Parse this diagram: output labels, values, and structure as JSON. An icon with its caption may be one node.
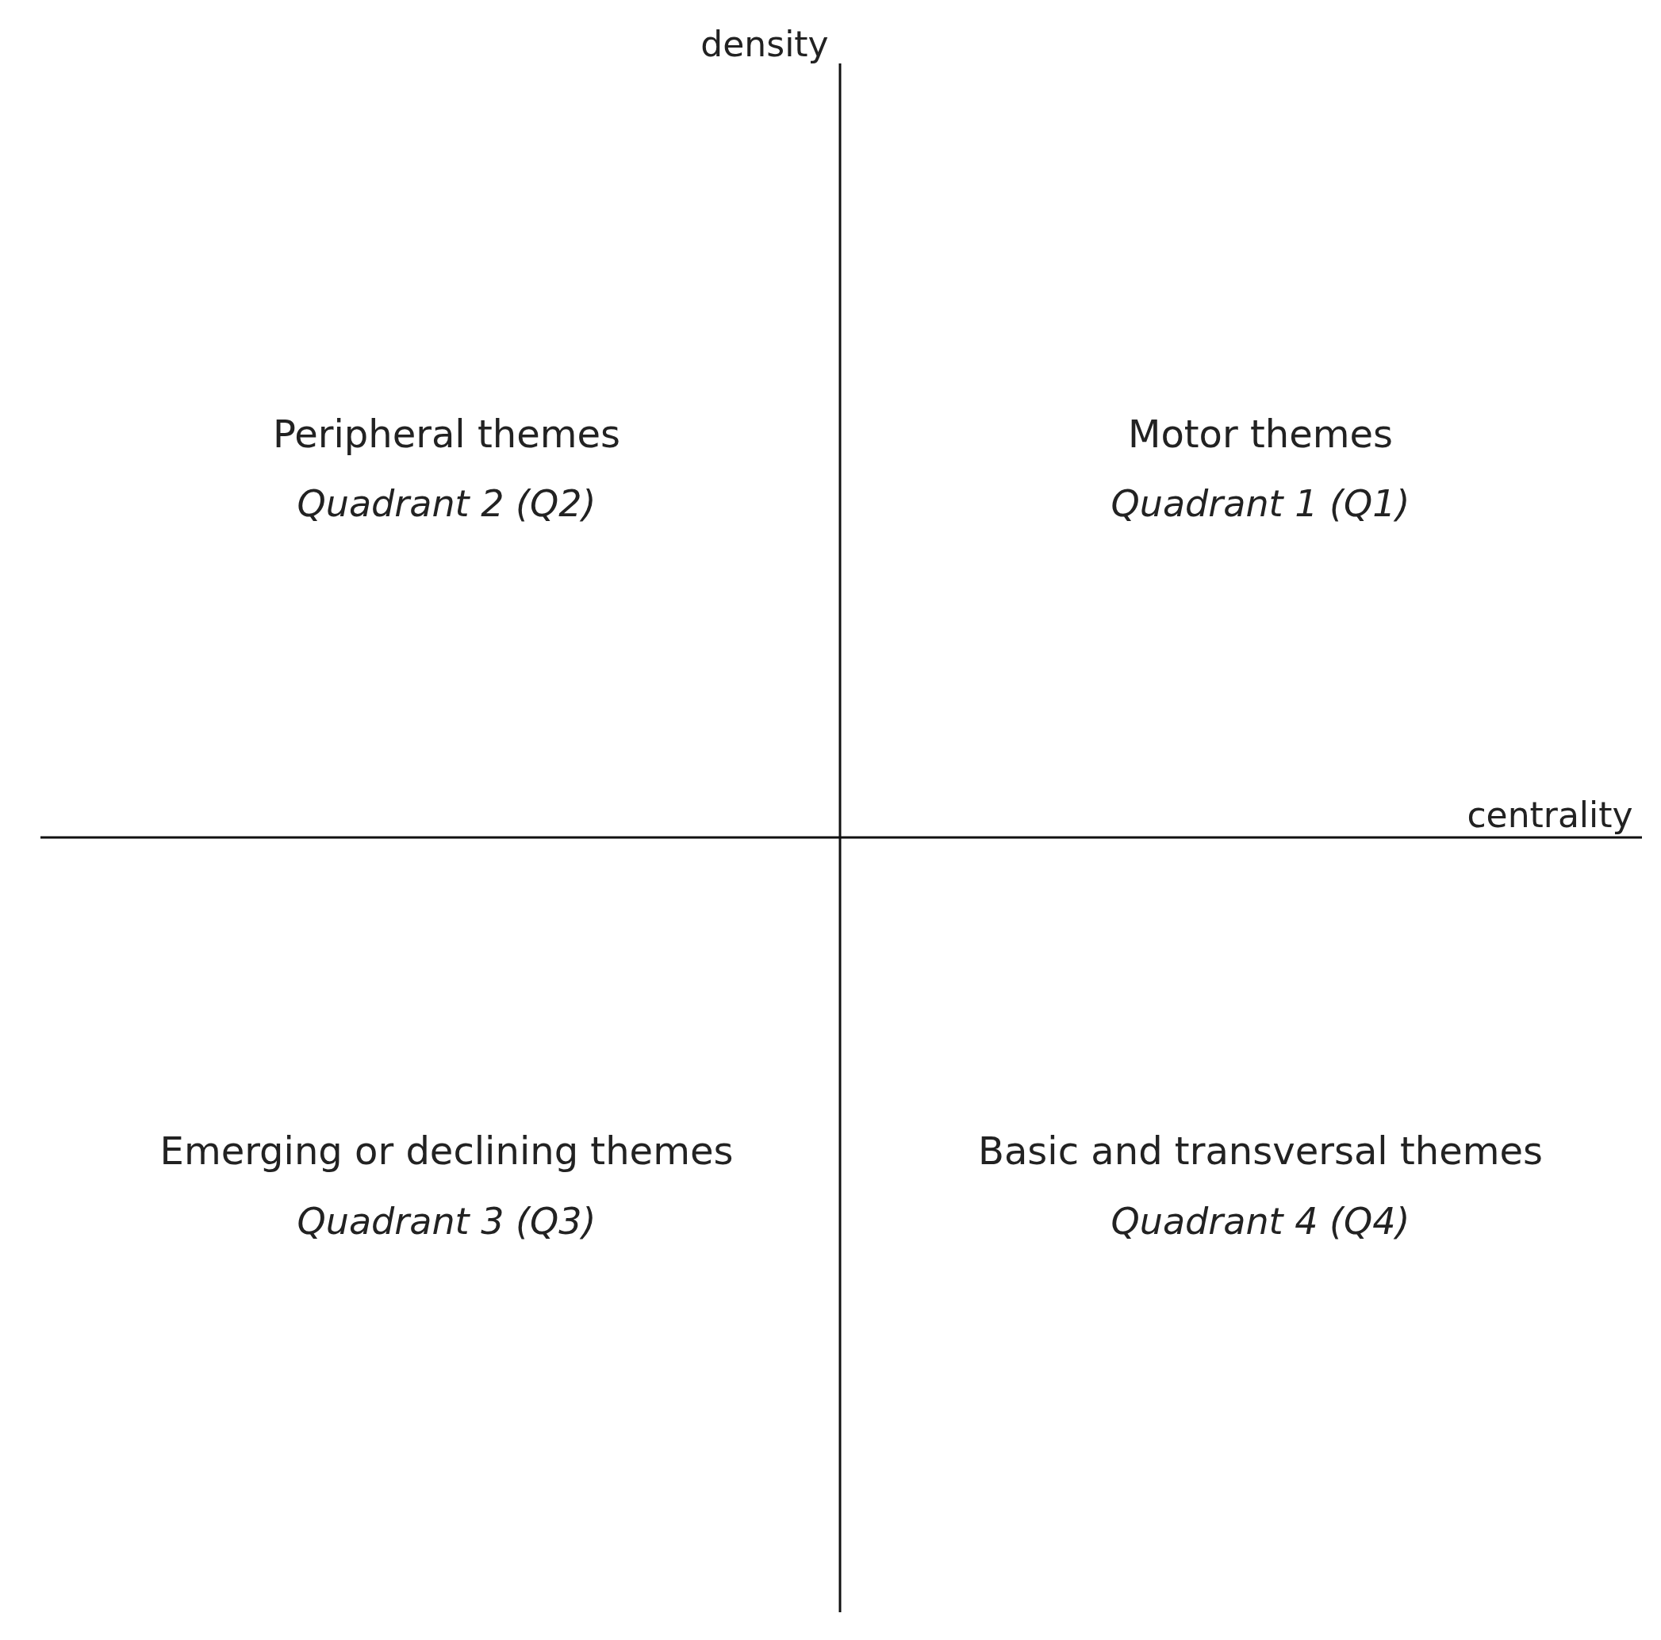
{
  "diagram": {
    "labels": [
      "density",
      "Peripheral themes",
      "Quadrant 2 (Q2)",
      "Motor themes",
      "Quadrant 1 (Q1)",
      "centrality",
      "Emerging or declining themes",
      "Quadrant 3 (Q3)",
      "Basic and transversal themes",
      "Quadrant 4 (Q4)"
    ]
  }
}
